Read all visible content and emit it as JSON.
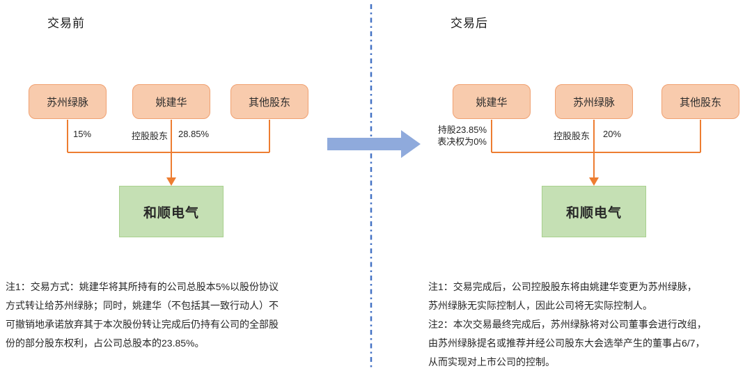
{
  "before": {
    "title": "交易前",
    "shareholders": [
      {
        "name": "苏州绿脉"
      },
      {
        "name": "姚建华"
      },
      {
        "name": "其他股东"
      }
    ],
    "labels": {
      "s1_pct": "15%",
      "controlling": "控股股东",
      "s2_pct": "28.85%"
    },
    "company": "和顺电气",
    "note": "注1：交易方式：姚建华将其所持有的公司总股本5%以股份协议\n方式转让给苏州绿脉；同时，姚建华（不包括其一致行动人）不\n可撤销地承诺放弃其于本次股份转让完成后仍持有公司的全部股\n份的部分股东权利，占公司总股本的23.85%。"
  },
  "after": {
    "title": "交易后",
    "shareholders": [
      {
        "name": "姚建华"
      },
      {
        "name": "苏州绿脉"
      },
      {
        "name": "其他股东"
      }
    ],
    "labels": {
      "holding_line1": "持股23.85%",
      "holding_line2": "表决权为0%",
      "controlling": "控股股东",
      "s2_pct": "20%"
    },
    "company": "和顺电气",
    "note": "注1：交易完成后，公司控股股东将由姚建华变更为苏州绿脉，\n苏州绿脉无实际控制人，因此公司将无实际控制人。\n注2：本次交易最终完成后，苏州绿脉将对公司董事会进行改组，\n由苏州绿脉提名或推荐并经公司股东大会选举产生的董事占6/7，\n从而实现对上市公司的控制。"
  },
  "colors": {
    "shareholder_fill": "#F8CBAD",
    "shareholder_border": "#F0A070",
    "connector_orange": "#ED7D31",
    "company_fill": "#C5E0B4",
    "company_border": "#A8D08D",
    "transition_arrow_blue": "#8FAADC",
    "divider_blue": "#4472C4"
  }
}
